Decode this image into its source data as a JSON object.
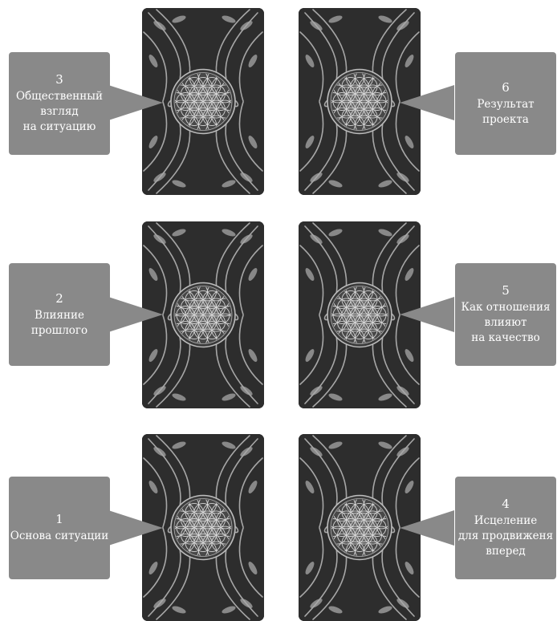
{
  "positions": [
    {
      "number": "3",
      "text": "Общественный\nвзгляд\nна ситуацию"
    },
    {
      "number": "6",
      "text": "Результат\nпроекта"
    },
    {
      "number": "2",
      "text": "Влияние\nпрошлого"
    },
    {
      "number": "5",
      "text": "Как отношения\nвлияют\nна качество"
    },
    {
      "number": "1",
      "text": "Основа ситуации"
    },
    {
      "number": "4",
      "text": "Исцеление\nдля продвиженя\nвперед"
    }
  ],
  "colors": {
    "card_back": "#2d2d2d",
    "ornament": "#bdbdbd",
    "label_box": "#898989",
    "label_text": "#ffffff"
  },
  "icons": {
    "card_center": "flower-of-life-icon",
    "card_ornament": "leaf-vine-icon"
  }
}
